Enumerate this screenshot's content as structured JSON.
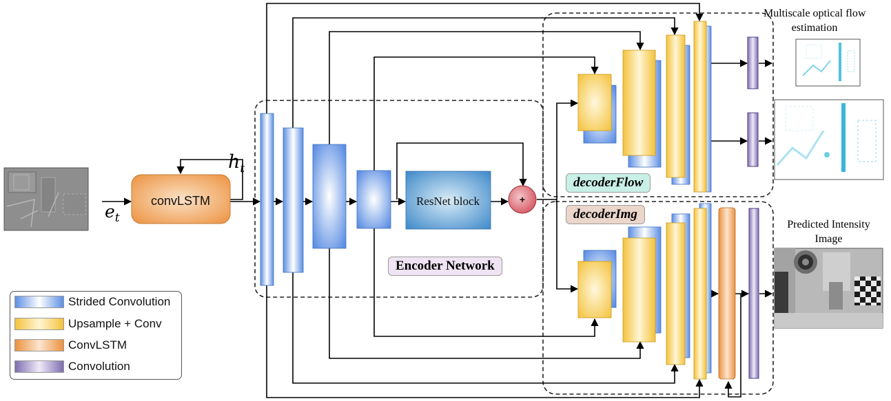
{
  "inputs": {
    "event_symbol": "e",
    "event_subscript": "t",
    "hidden_symbol": "h",
    "hidden_subscript": "t"
  },
  "blocks": {
    "convlstm": "convLSTM",
    "resnet": "ResNet block",
    "sum_symbol": "+"
  },
  "groups": {
    "encoder": "Encoder Network",
    "decoder_flow": "decoderFlow",
    "decoder_img": "decoderImg"
  },
  "outputs": {
    "flow_title_line1": "Multiscale optical flow",
    "flow_title_line2": "estimation",
    "img_title_line1": "Predicted Intensity",
    "img_title_line2": "Image"
  },
  "legend": {
    "items": [
      {
        "label": "Strided Convolution",
        "color": "#6f9de8"
      },
      {
        "label": "Upsample + Conv",
        "color": "#f3c443"
      },
      {
        "label": "ConvLSTM",
        "color": "#ec9a4a"
      },
      {
        "label": "Convolution",
        "color": "#8a7ab8"
      }
    ]
  },
  "colors": {
    "strided_conv": "#6f9de8",
    "upsample_conv": "#f3c443",
    "convlstm": "#ec9a4a",
    "convolution": "#8a7ab8",
    "resnet": "#4f94cf",
    "sum_node": "#d9606b",
    "decoder_flow_label_bg": "#c9f0e6",
    "decoder_img_label_bg": "#ead6cb",
    "encoder_label_bg": "#efe4f3"
  }
}
